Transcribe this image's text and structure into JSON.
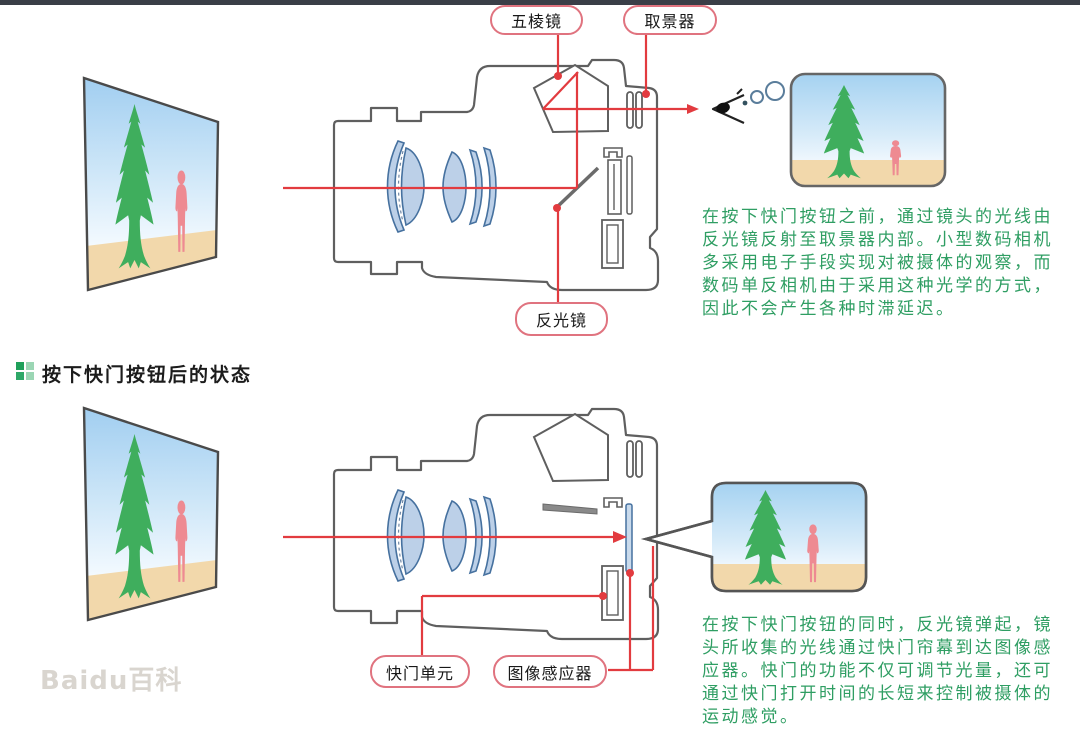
{
  "watermark": "Baidu百科",
  "section_before": {
    "labels": {
      "pentaprism": "五棱镜",
      "viewfinder": "取景器",
      "reflex_mirror": "反光镜"
    },
    "description_lines": [
      "在按下快门按钮之前，通过镜头的光线由",
      "反光镜反射至取景器内部。小型数码相机",
      "多采用电子手段实现对被摄体的观察，而",
      "数码单反相机由于采用这种光学的方式，",
      "因此不会产生各种时滞延迟。"
    ]
  },
  "section_after": {
    "heading": "按下快门按钮后的状态",
    "labels": {
      "shutter_unit": "快门单元",
      "image_sensor": "图像感应器"
    },
    "description_lines": [
      "在按下快门按钮的同时，反光镜弹起，镜",
      "头所收集的光线通过快门帘幕到达图像感",
      "应器。快门的功能不仅可调节光量，还可",
      "通过快门打开时间的长短来控制被摄体的",
      "运动感觉。"
    ]
  },
  "colors": {
    "accent_red": "#e23b3f",
    "label_border": "#e0737f",
    "text_green": "#2f9e63",
    "tree_green": "#3fae5d",
    "person_pink": "#ee8a92",
    "sky_blue": "#a5cfee",
    "sand": "#f2d8ab",
    "lens_blue": "#bcd0e8",
    "outline_gray": "#5f5f5f"
  }
}
